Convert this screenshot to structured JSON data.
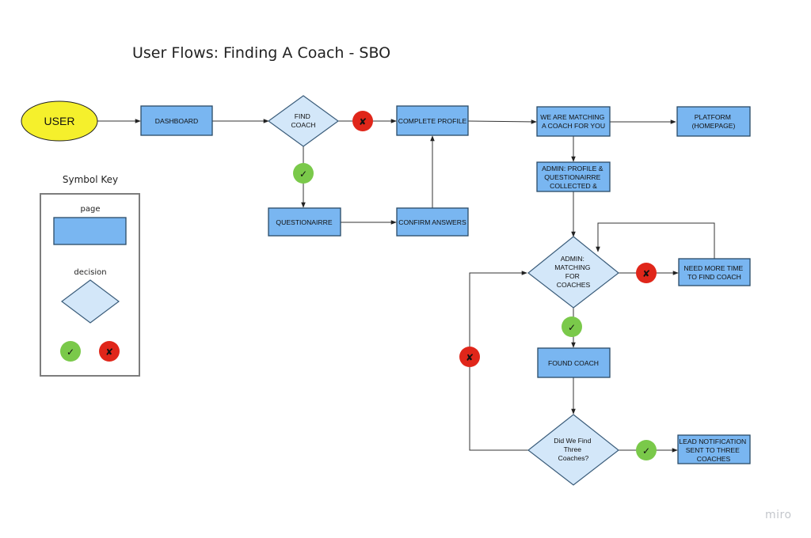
{
  "title": "User Flows: Finding A Coach - SBO",
  "watermark": "miro",
  "colors": {
    "page": "#79b6f1",
    "decision": "#d3e7f9",
    "user": "#f5f02c",
    "yes": "#7ac94a",
    "no": "#e0261a"
  },
  "icons": {
    "yes": "check-icon",
    "no": "cross-icon"
  },
  "marks": {
    "yes": "✓",
    "no": "✘"
  },
  "start": {
    "label": "USER"
  },
  "pages": {
    "dashboard": [
      "DASHBOARD"
    ],
    "complete_profile": [
      "COMPLETE PROFILE"
    ],
    "matching": [
      "WE ARE MATCHING",
      "A COACH FOR YOU"
    ],
    "platform": [
      "PLATFORM",
      "(HOMEPAGE)"
    ],
    "admin_profile": [
      "ADMIN: PROFILE &",
      "QUESTIONAIRRE",
      "COLLECTED &"
    ],
    "questionaire": [
      "QUESTIONAIRRE"
    ],
    "confirm": [
      "CONFIRM ANSWERS"
    ],
    "need_time": [
      "NEED MORE TIME",
      "TO FIND COACH"
    ],
    "found": [
      "FOUND COACH"
    ],
    "lead": [
      "LEAD NOTIFICATION",
      "SENT TO THREE",
      "COACHES"
    ]
  },
  "decisions": {
    "find_coach": [
      "FIND",
      "COACH"
    ],
    "admin_matching": [
      "ADMIN:",
      "MATCHING",
      "FOR",
      "COACHES"
    ],
    "did_we_find": [
      "Did We Find",
      "Three",
      "Coaches?"
    ]
  },
  "key": {
    "title": "Symbol Key",
    "page_label": "page",
    "decision_label": "decision"
  }
}
